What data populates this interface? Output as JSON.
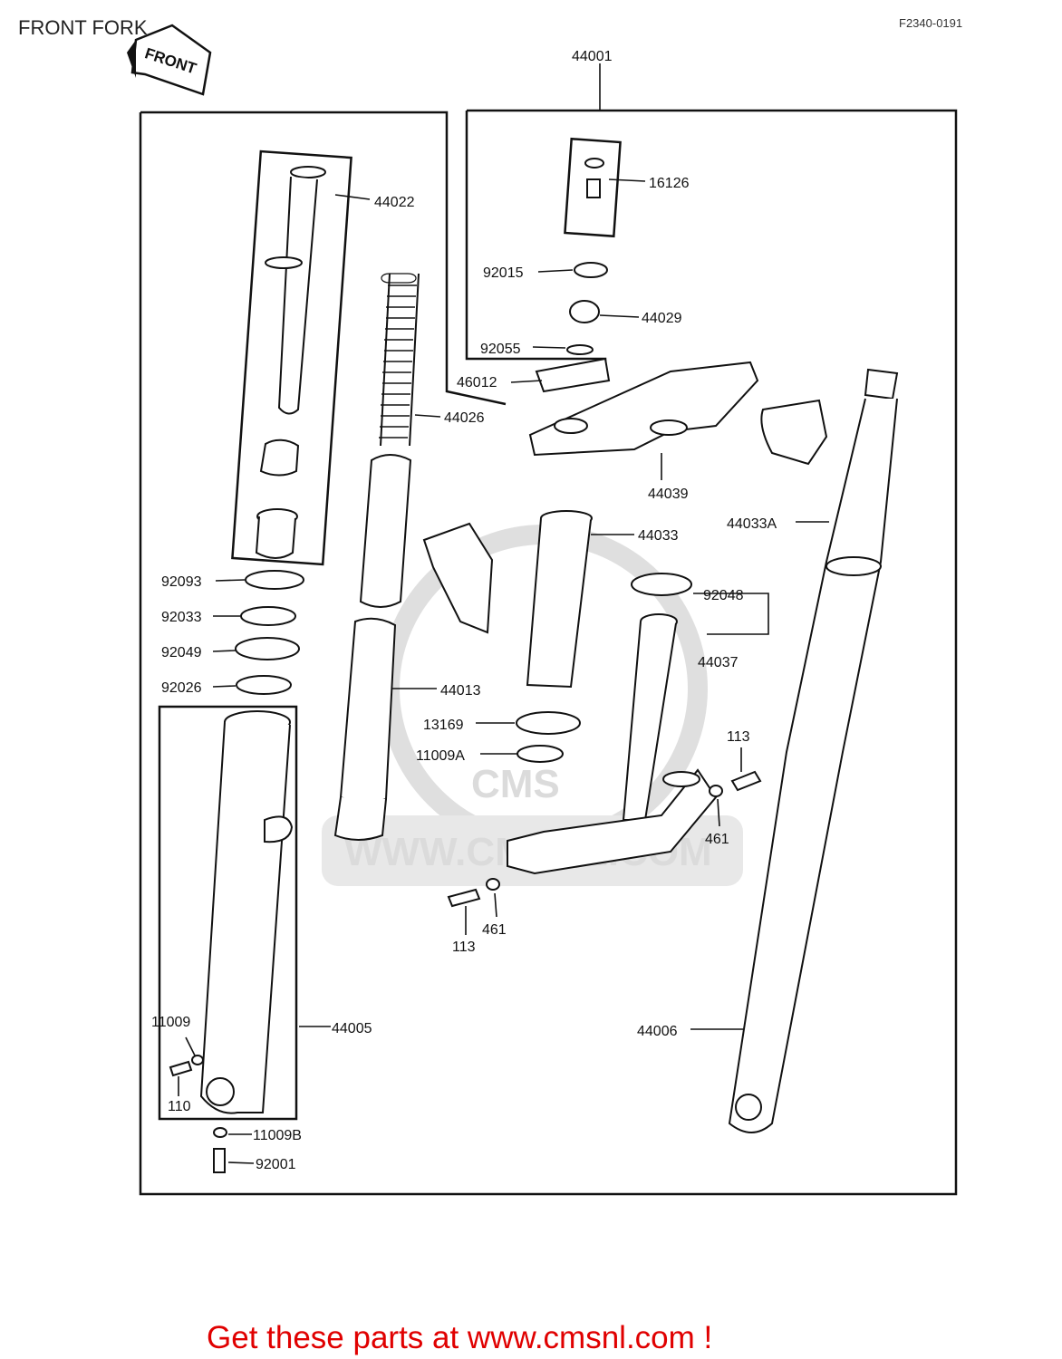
{
  "title": "FRONT FORK",
  "diagram_code": "F2340-0191",
  "front_badge": "FRONT",
  "watermark": {
    "logo": "CMS",
    "url": "WWW.CMSNL.COM"
  },
  "footer": "Get these parts at www.cmsnl.com !",
  "parts": {
    "p44001": "44001",
    "p16126": "16126",
    "p92015": "92015",
    "p44029": "44029",
    "p92055": "92055",
    "p46012": "46012",
    "p44022": "44022",
    "p44026": "44026",
    "p44039": "44039",
    "p44033": "44033",
    "p44033A": "44033A",
    "p92093": "92093",
    "p92033": "92033",
    "p92049": "92049",
    "p92026": "92026",
    "p92048": "92048",
    "p44037": "44037",
    "p44013": "44013",
    "p13169": "13169",
    "p11009A": "11009A",
    "p113a": "113",
    "p461a": "461",
    "p461b": "461",
    "p113b": "113",
    "p11009": "11009",
    "p44005": "44005",
    "p44006": "44006",
    "p110": "110",
    "p11009B": "11009B",
    "p92001": "92001"
  }
}
